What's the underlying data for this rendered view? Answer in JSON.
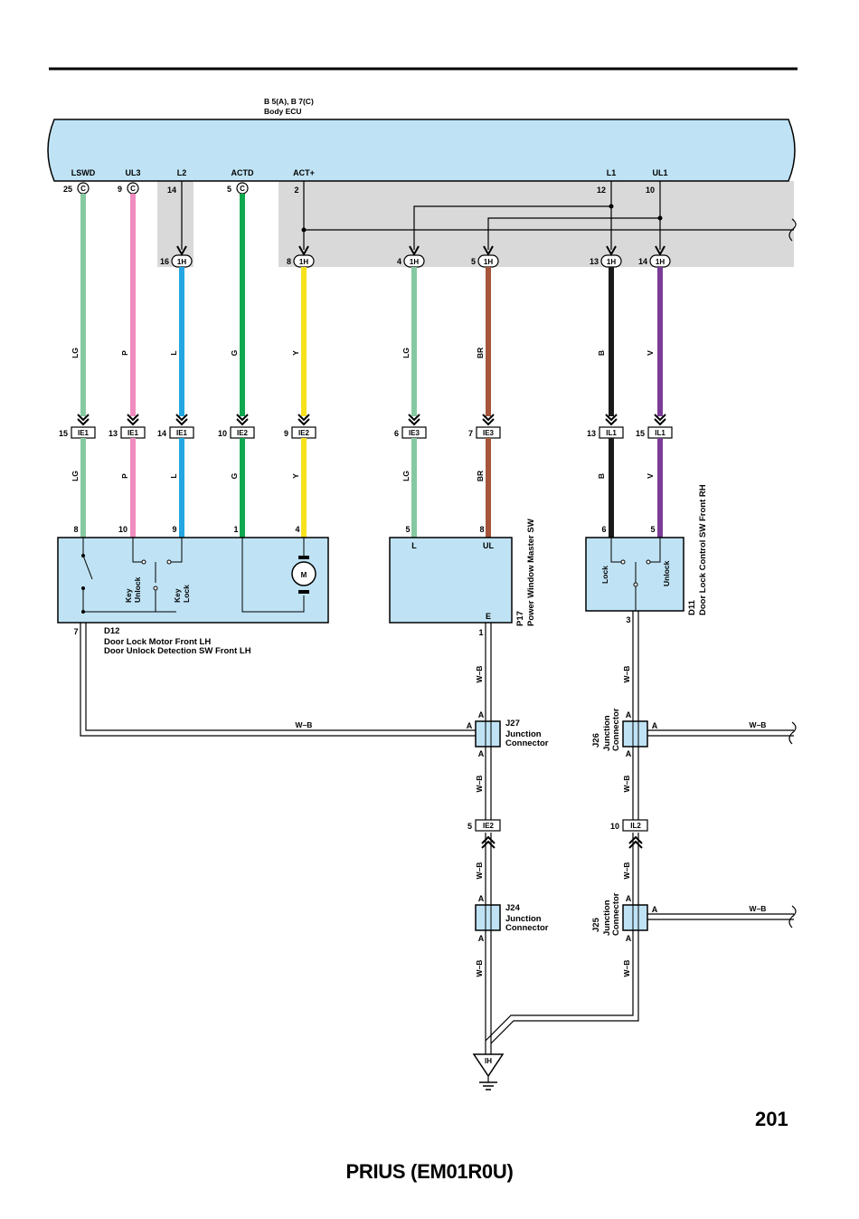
{
  "ecu": {
    "id": "B 5(A), B 7(C)",
    "name": "Body ECU",
    "terminals": [
      {
        "signal": "LSWD",
        "pin": "25",
        "conn": "C"
      },
      {
        "signal": "UL3",
        "pin": "9",
        "conn": "C"
      },
      {
        "signal": "L2",
        "pin": "14",
        "conn": ""
      },
      {
        "signal": "ACTD",
        "pin": "5",
        "conn": "C"
      },
      {
        "signal": "ACT+",
        "pin": "2",
        "conn": ""
      },
      {
        "signal": "L1",
        "pin": "12",
        "conn": ""
      },
      {
        "signal": "UL1",
        "pin": "10",
        "conn": ""
      }
    ]
  },
  "junction_1h": {
    "name": "1H",
    "pins": [
      "16",
      "8",
      "4",
      "5",
      "13",
      "14"
    ]
  },
  "wires_upper": [
    {
      "color_code": "LG",
      "hex": "#86c9a0"
    },
    {
      "color_code": "P",
      "hex": "#f08cbf"
    },
    {
      "color_code": "L",
      "hex": "#23a6e3"
    },
    {
      "color_code": "G",
      "hex": "#0fa84e"
    },
    {
      "color_code": "Y",
      "hex": "#f6e21d"
    },
    {
      "color_code": "LG",
      "hex": "#86c9a0"
    },
    {
      "color_code": "BR",
      "hex": "#a5553a"
    },
    {
      "color_code": "B",
      "hex": "#1a1a1a"
    },
    {
      "color_code": "V",
      "hex": "#7b3c97"
    }
  ],
  "inline_connectors": [
    {
      "pin": "15",
      "name": "IE1"
    },
    {
      "pin": "13",
      "name": "IE1"
    },
    {
      "pin": "14",
      "name": "IE1"
    },
    {
      "pin": "10",
      "name": "IE2"
    },
    {
      "pin": "9",
      "name": "IE2"
    },
    {
      "pin": "6",
      "name": "IE3"
    },
    {
      "pin": "7",
      "name": "IE3"
    },
    {
      "pin": "13",
      "name": "IL1"
    },
    {
      "pin": "15",
      "name": "IL1"
    }
  ],
  "d12": {
    "id": "D12",
    "name1": "Door Lock Motor Front LH",
    "name2": "Door Unlock Detection SW Front LH",
    "pins": [
      "8",
      "10",
      "9",
      "1",
      "4"
    ],
    "bottom_pin": "7",
    "key_unlock_1": "Key",
    "key_unlock_2": "Unlock",
    "key_lock_1": "Key",
    "key_lock_2": "Lock",
    "motor": "M"
  },
  "p17": {
    "id": "P17",
    "name": "Power Window Master SW",
    "pins": [
      "5",
      "8"
    ],
    "terms": [
      "L",
      "UL",
      "E"
    ],
    "bottom_pin": "1"
  },
  "d11": {
    "id": "D11",
    "name": "Door Lock Control SW Front RH",
    "pins": [
      "6",
      "5"
    ],
    "lock": "Lock",
    "unlock": "Unlock",
    "bottom_pin": "3"
  },
  "wb": "W–B",
  "junctions": {
    "j27": {
      "id": "J27",
      "l1": "Junction",
      "l2": "Connector"
    },
    "j26": {
      "id": "J26",
      "l1": "Junction",
      "l2": "Connector"
    },
    "j24": {
      "id": "J24",
      "l1": "Junction",
      "l2": "Connector"
    },
    "j25": {
      "id": "J25",
      "l1": "Junction",
      "l2": "Connector"
    },
    "pin_a": "A"
  },
  "ie2_lower": {
    "pin": "5",
    "name": "IE2"
  },
  "il2_lower": {
    "pin": "10",
    "name": "IL2"
  },
  "ground": "IH",
  "page_number": "201",
  "footer_title": "PRIUS (EM01R0U)",
  "colors": {
    "ecu_fill": "#bfe3f5",
    "panel_gray": "#d9d9d9",
    "component_fill": "#bfe3f5"
  }
}
